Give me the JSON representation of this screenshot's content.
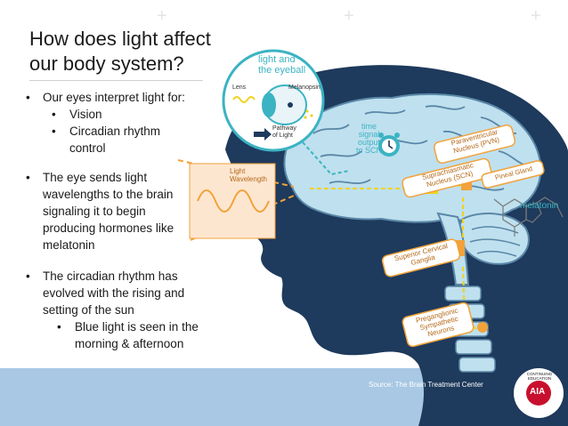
{
  "slide": {
    "title_line1": "How does light affect",
    "title_line2": "our body system?",
    "bullets": {
      "b1": "Our eyes interpret light for:",
      "b1_sub1": "Vision",
      "b1_sub2a": "Circadian rhythm",
      "b1_sub2b": "control",
      "b2a": "The eye sends light",
      "b2b": "wavelengths to the brain",
      "b2c": "signaling it to begin",
      "b2d": "producing hormones like",
      "b2e": "melatonin",
      "b3a": "The circadian rhythm has",
      "b3b": "evolved with the rising and",
      "b3c": "setting of the sun",
      "b3_sub1a": "Blue light is seen in the",
      "b3_sub1b": "morning & afternoon"
    },
    "source": "Source: The Brain Treatment Center",
    "logo_text": "CONTINUING EDUCATION",
    "logo_mark": "AIA"
  },
  "diagram": {
    "eye_title_1": "light and",
    "eye_title_2": "the eyeball",
    "lens": "Lens",
    "melanopsin": "Melanopsin",
    "pathway_1": "Pathway",
    "pathway_2": "of Light",
    "light_wavelength_1": "Light",
    "light_wavelength_2": "Wavelength",
    "time_signal": [
      "time",
      "signal",
      "output",
      "to SCN"
    ],
    "scn_1": "Suprachiasmatic",
    "scn_2": "Nucleus (SCN)",
    "pvn_1": "Paraventricular",
    "pvn_2": "Nucleus (PVN)",
    "pineal": "Pineal Gland",
    "melatonin": "melatonin",
    "scg_1": "Superior Cervical",
    "scg_2": "Ganglia",
    "psn_1": "Preganglionic",
    "psn_2": "Sympathetic",
    "psn_3": "Neurons"
  },
  "colors": {
    "footer": "#a8c8e4",
    "head": "#1e3a5c",
    "brain": "#bfe0ee",
    "teal": "#3bb3c3",
    "yellow": "#f0d21c",
    "orange": "#f2a23a",
    "peach": "#f7d4b0"
  }
}
